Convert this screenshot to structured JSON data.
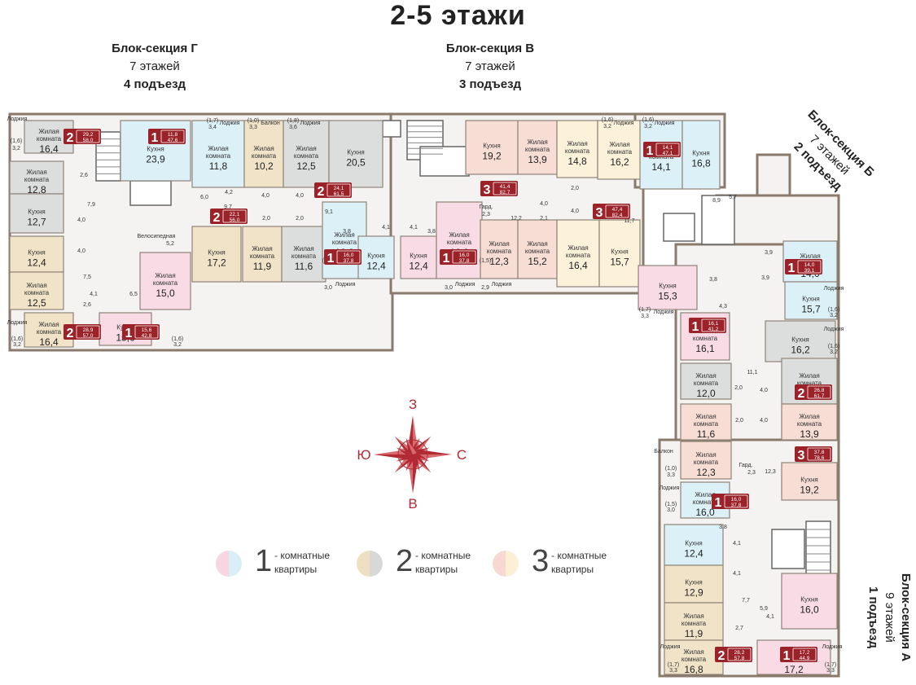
{
  "title": "2-5 этажи",
  "sections": {
    "g": {
      "name": "Блок-секция Г",
      "floors": "7 этажей",
      "entrance": "4 подъезд"
    },
    "v": {
      "name": "Блок-секция В",
      "floors": "7 этажей",
      "entrance": "3 подъезд"
    },
    "b": {
      "name": "Блок-секция Б",
      "floors": "7 этажей",
      "entrance": "2 подъезд"
    },
    "a": {
      "name": "Блок-секция А",
      "floors": "9 этажей",
      "entrance": "1 подъезд"
    }
  },
  "compass": {
    "n": "З",
    "s": "В",
    "w": "Ю",
    "e": "С"
  },
  "legend": [
    {
      "num": "1",
      "suffix": "- комнатные",
      "line2": "квартиры",
      "c1": "#f7d6e2",
      "c2": "#d9eef7"
    },
    {
      "num": "2",
      "suffix": "- комнатные",
      "line2": "квартиры",
      "c1": "#efe0c4",
      "c2": "#d7d9d8"
    },
    {
      "num": "3",
      "suffix": "- комнатные",
      "line2": "квартиры",
      "c1": "#f7d9d2",
      "c2": "#fbf0d6"
    }
  ],
  "colors": {
    "pink": "#f8dbe5",
    "blue": "#dcf0f8",
    "beige": "#f1e3c8",
    "gray": "#dcdedd",
    "peach": "#f8ddd5",
    "cream": "#fcf2da",
    "wall": "#8a7a6c",
    "badge": "#9b2228",
    "accent": "#b22a33"
  },
  "rooms": [
    {
      "c": "gray",
      "label": "Жилая комната",
      "value": "16,4"
    },
    {
      "c": "blue",
      "label": "Кухня",
      "value": "23,9"
    },
    {
      "c": "blue",
      "label": "Жилая комната",
      "value": "11,8"
    },
    {
      "c": "beige",
      "label": "Жилая комната",
      "value": "10,2"
    },
    {
      "c": "gray",
      "label": "Жилая комната",
      "value": "12,5"
    },
    {
      "c": "gray",
      "label": "Кухня",
      "value": "20,5"
    },
    {
      "c": "gray",
      "label": "Жилая комната",
      "value": "12,8"
    },
    {
      "c": "gray",
      "label": "Кухня",
      "value": "12,7"
    },
    {
      "c": "beige",
      "label": "Кухня",
      "value": "12,4"
    },
    {
      "c": "beige",
      "label": "Жилая комната",
      "value": "12,5"
    },
    {
      "c": "beige",
      "label": "Жилая комната",
      "value": "16,4"
    },
    {
      "c": "pink",
      "label": "Кухня",
      "value": "15,6"
    },
    {
      "c": "pink",
      "label": "Жилая комната",
      "value": "15,0"
    },
    {
      "c": "beige",
      "label": "Кухня",
      "value": "17,2"
    },
    {
      "c": "beige",
      "label": "Жилая комната",
      "value": "11,9"
    },
    {
      "c": "gray",
      "label": "Жилая комната",
      "value": "11,6"
    },
    {
      "c": "blue",
      "label": "Жилая комната",
      "value": "16,0"
    },
    {
      "c": "blue",
      "label": "Кухня",
      "value": "12,4"
    },
    {
      "c": "pink",
      "label": "Кухня",
      "value": "12,4"
    },
    {
      "c": "pink",
      "label": "Жилая комната",
      "value": "16,0"
    },
    {
      "c": "peach",
      "label": "Кухня",
      "value": "19,2"
    },
    {
      "c": "peach",
      "label": "Жилая комната",
      "value": "13,9"
    },
    {
      "c": "peach",
      "label": "Жилая комната",
      "value": "12,3"
    },
    {
      "c": "peach",
      "label": "Жилая комната",
      "value": "15,2"
    },
    {
      "c": "cream",
      "label": "Жилая комната",
      "value": "14,8"
    },
    {
      "c": "cream",
      "label": "Жилая комната",
      "value": "16,2"
    },
    {
      "c": "cream",
      "label": "Жилая комната",
      "value": "16,4"
    },
    {
      "c": "cream",
      "label": "Кухня",
      "value": "15,7"
    },
    {
      "c": "blue",
      "label": "Жилая комната",
      "value": "14,1"
    },
    {
      "c": "blue",
      "label": "Кухня",
      "value": "16,8"
    },
    {
      "c": "blue",
      "label": "Жилая комната",
      "value": "14,0"
    },
    {
      "c": "blue",
      "label": "Кухня",
      "value": "15,7"
    },
    {
      "c": "pink",
      "label": "Кухня",
      "value": "15,3"
    },
    {
      "c": "pink",
      "label": "Жилая комната",
      "value": "16,1"
    },
    {
      "c": "gray",
      "label": "Кухня",
      "value": "16,2"
    },
    {
      "c": "gray",
      "label": "Жилая комната",
      "value": "12,0"
    },
    {
      "c": "gray",
      "label": "Жилая комната",
      "value": "14,8"
    },
    {
      "c": "peach",
      "label": "Жилая комната",
      "value": "11,6"
    },
    {
      "c": "peach",
      "label": "Жилая комната",
      "value": "13,9"
    },
    {
      "c": "peach",
      "label": "Жилая комната",
      "value": "12,3"
    },
    {
      "c": "peach",
      "label": "Кухня",
      "value": "19,2"
    },
    {
      "c": "blue",
      "label": "Жилая комната",
      "value": "16,0"
    },
    {
      "c": "blue",
      "label": "Кухня",
      "value": "12,4"
    },
    {
      "c": "beige",
      "label": "Кухня",
      "value": "12,9"
    },
    {
      "c": "beige",
      "label": "Жилая комната",
      "value": "11,9"
    },
    {
      "c": "beige",
      "label": "Жилая комната",
      "value": "16,8"
    },
    {
      "c": "pink",
      "label": "Кухня",
      "value": "16,0"
    },
    {
      "c": "pink",
      "label": "Жилая комната",
      "value": "17,2"
    }
  ],
  "badges": [
    {
      "rooms": "1",
      "top": "11,8",
      "bottom": "47,6"
    },
    {
      "rooms": "2",
      "top": "29,2",
      "bottom": "58,0"
    },
    {
      "rooms": "2",
      "top": "24,1",
      "bottom": "61,5"
    },
    {
      "rooms": "2",
      "top": "22,1",
      "bottom": "56,0"
    },
    {
      "rooms": "2",
      "top": "28,9",
      "bottom": "57,0"
    },
    {
      "rooms": "1",
      "top": "15,6",
      "bottom": "42,8"
    },
    {
      "rooms": "1",
      "top": "16,0",
      "bottom": "37,8"
    },
    {
      "rooms": "1",
      "top": "16,0",
      "bottom": "37,8"
    },
    {
      "rooms": "3",
      "top": "41,4",
      "bottom": "82,7"
    },
    {
      "rooms": "3",
      "top": "47,4",
      "bottom": "82,4"
    },
    {
      "rooms": "1",
      "top": "14,1",
      "bottom": "47,1"
    },
    {
      "rooms": "1",
      "top": "14,0",
      "bottom": "39,1"
    },
    {
      "rooms": "1",
      "top": "16,1",
      "bottom": "41,2"
    },
    {
      "rooms": "2",
      "top": "26,8",
      "bottom": "61,7"
    },
    {
      "rooms": "3",
      "top": "37,8",
      "bottom": "78,6"
    },
    {
      "rooms": "1",
      "top": "16,0",
      "bottom": "37,8"
    },
    {
      "rooms": "2",
      "top": "28,2",
      "bottom": "57,8"
    },
    {
      "rooms": "1",
      "top": "17,2",
      "bottom": "44,9"
    }
  ],
  "small": [
    {
      "text": "Лоджия"
    },
    {
      "text": "(1,6)"
    },
    {
      "text": "3,2"
    },
    {
      "text": "(1,7)"
    },
    {
      "text": "3,4"
    },
    {
      "text": "Лоджия"
    },
    {
      "text": "(1,0)"
    },
    {
      "text": "3,3"
    },
    {
      "text": "Балкон"
    },
    {
      "text": "(1,8)"
    },
    {
      "text": "3,6"
    },
    {
      "text": "Лоджия"
    },
    {
      "text": "2,6"
    },
    {
      "text": "7,9"
    },
    {
      "text": "4,0"
    },
    {
      "text": "4,0"
    },
    {
      "text": "7,5"
    },
    {
      "text": "2,6"
    },
    {
      "text": "4,1"
    },
    {
      "text": "6,5"
    },
    {
      "text": "Лоджия"
    },
    {
      "text": "(1,6)"
    },
    {
      "text": "3,2"
    },
    {
      "text": "(1,6)"
    },
    {
      "text": "3,2"
    },
    {
      "text": "6,0"
    },
    {
      "text": "4,2"
    },
    {
      "text": "9,7"
    },
    {
      "text": "4,0"
    },
    {
      "text": "4,0"
    },
    {
      "text": "2,0"
    },
    {
      "text": "2,0"
    },
    {
      "text": "9,1"
    },
    {
      "text": "Велосипедная"
    },
    {
      "text": "5,2"
    },
    {
      "text": "3,8"
    },
    {
      "text": "4,1"
    },
    {
      "text": "4,1"
    },
    {
      "text": "3,8"
    },
    {
      "text": "(1,5)"
    },
    {
      "text": "3,0"
    },
    {
      "text": "Лоджия"
    },
    {
      "text": "(1,5)"
    },
    {
      "text": "3,0"
    },
    {
      "text": "Лоджия"
    },
    {
      "text": "(1,5)"
    },
    {
      "text": "2,9"
    },
    {
      "text": "Лоджия"
    },
    {
      "text": "Гард."
    },
    {
      "text": "2,3"
    },
    {
      "text": "12,2"
    },
    {
      "text": "4,0"
    },
    {
      "text": "2,1"
    },
    {
      "text": "2,0"
    },
    {
      "text": "4,0"
    },
    {
      "text": "11,7"
    },
    {
      "text": "(1,6)"
    },
    {
      "text": "3,2"
    },
    {
      "text": "Лоджия"
    },
    {
      "text": "(1,6)"
    },
    {
      "text": "3,2"
    },
    {
      "text": "Лоджия"
    },
    {
      "text": "8,9"
    },
    {
      "text": "5,7"
    },
    {
      "text": "3,9"
    },
    {
      "text": "3,9"
    },
    {
      "text": "Лоджия"
    },
    {
      "text": "(1,6)"
    },
    {
      "text": "3,2"
    },
    {
      "text": "3,8"
    },
    {
      "text": "4,3"
    },
    {
      "text": "(1,7)"
    },
    {
      "text": "3,3"
    },
    {
      "text": "Лоджия"
    },
    {
      "text": "Лоджия"
    },
    {
      "text": "(1,6)"
    },
    {
      "text": "3,2"
    },
    {
      "text": "11,1"
    },
    {
      "text": "2,0"
    },
    {
      "text": "4,0"
    },
    {
      "text": "2,0"
    },
    {
      "text": "4,0"
    },
    {
      "text": "Гард."
    },
    {
      "text": "2,3"
    },
    {
      "text": "12,3"
    },
    {
      "text": "Балкон"
    },
    {
      "text": "(1,0)"
    },
    {
      "text": "3,3"
    },
    {
      "text": "Лоджия"
    },
    {
      "text": "(1,5)"
    },
    {
      "text": "3,0"
    },
    {
      "text": "3,8"
    },
    {
      "text": "4,1"
    },
    {
      "text": "4,1"
    },
    {
      "text": "7,7"
    },
    {
      "text": "2,7"
    },
    {
      "text": "5,9"
    },
    {
      "text": "4,1"
    },
    {
      "text": "Лоджия"
    },
    {
      "text": "(1,7)"
    },
    {
      "text": "3,3"
    },
    {
      "text": "Лоджия"
    },
    {
      "text": "(1,7)"
    },
    {
      "text": "3,3"
    }
  ]
}
